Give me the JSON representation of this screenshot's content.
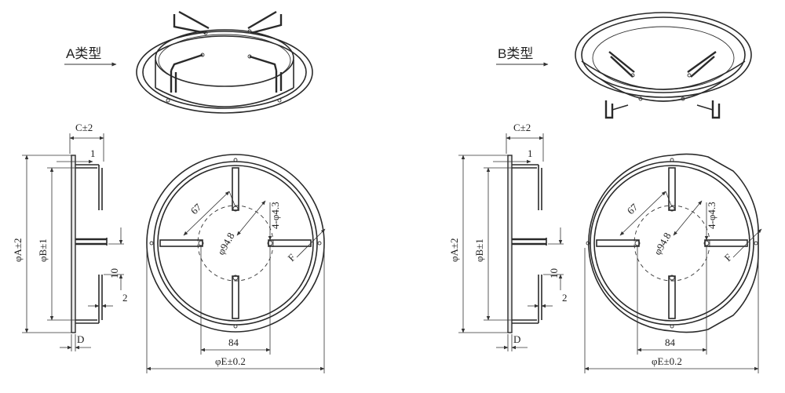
{
  "types": [
    {
      "type_label": "A类型",
      "dims": {
        "c": "C±2",
        "one": "1",
        "a": "φA±2",
        "b": "φB±1",
        "ten": "10",
        "two": "2",
        "d": "D",
        "d67": "67",
        "d43": "4-φ4.3",
        "d948": "φ94.8",
        "f": "F",
        "d84": "84",
        "e": "φE±0.2"
      }
    },
    {
      "type_label": "B类型",
      "dims": {
        "c": "C±2",
        "one": "1",
        "a": "φA±2",
        "b": "φB±1",
        "ten": "10",
        "two": "2",
        "d": "D",
        "d67": "67",
        "d43": "4-φ4.3",
        "d948": "φ94.8",
        "f": "F",
        "d84": "84",
        "e": "φE±0.2"
      }
    }
  ]
}
